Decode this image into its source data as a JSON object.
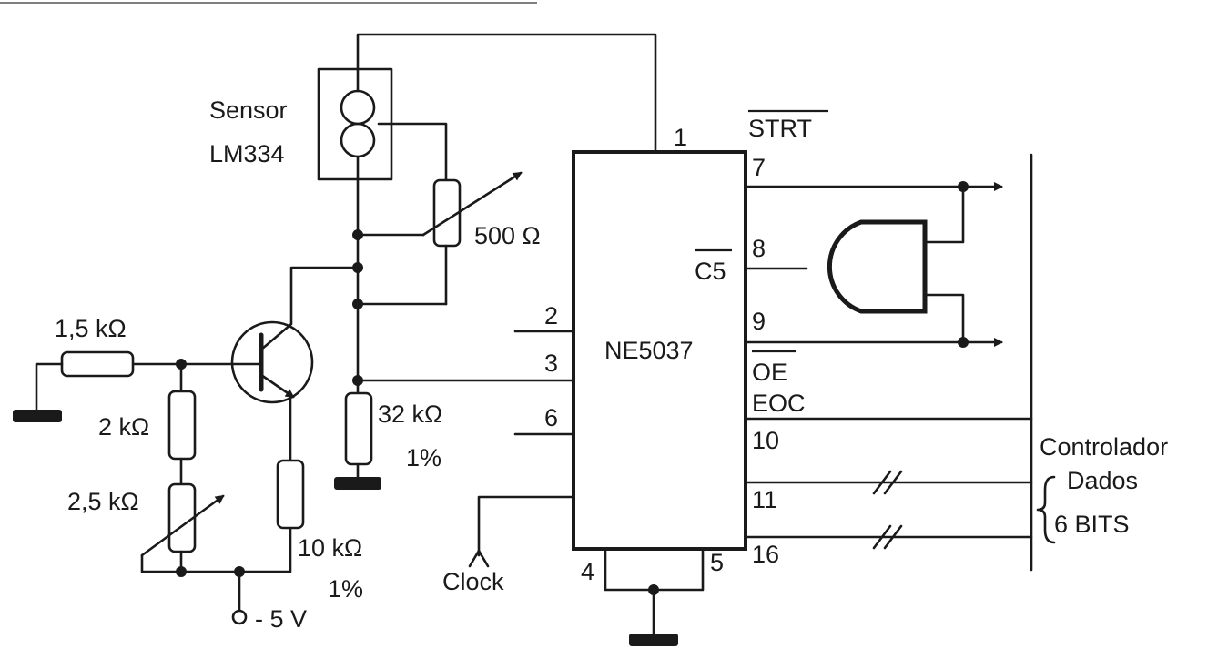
{
  "sensor": {
    "line1": "Sensor",
    "line2": "LM334"
  },
  "chip": {
    "name": "NE5037"
  },
  "pins": {
    "p1": "1",
    "p2": "2",
    "p3": "3",
    "p6": "6",
    "p7": "7",
    "p8": "8",
    "p9": "9",
    "p10": "10",
    "p11": "11",
    "p16": "16",
    "p4": "4",
    "p5": "5"
  },
  "signals": {
    "strt": "STRT",
    "c5": "C5",
    "oe": "OE",
    "eoc": "EOC",
    "clock": "Clock"
  },
  "components": {
    "r_500": "500 Ω",
    "r_1k5": "1,5 kΩ",
    "r_2k": "2 kΩ",
    "r_2k5": "2,5 kΩ",
    "r_32k": "32 kΩ",
    "r_32k_tol": "1%",
    "r_10k": "10 kΩ",
    "r_10k_tol": "1%",
    "supply": "- 5 V"
  },
  "controller": {
    "line1": "Controlador",
    "line2": "Dados",
    "line3": "6 BITS"
  }
}
